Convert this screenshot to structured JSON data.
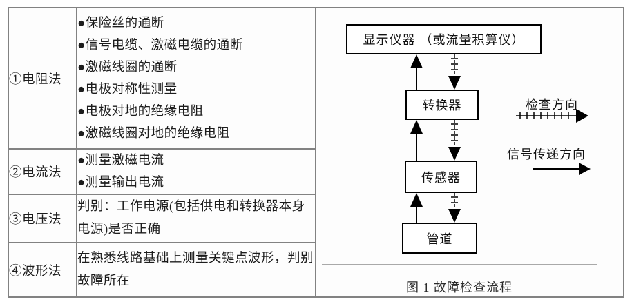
{
  "table": {
    "rows": [
      {
        "method": "①电阻法",
        "items": [
          "●保险丝的通断",
          "●信号电缆、激磁电缆的通断",
          "●激磁线圈的通断",
          "●电极对称性测量",
          "●电极对地的绝缘电阻",
          "●激磁线圈对地的绝缘电阻"
        ]
      },
      {
        "method": "②电流法",
        "items": [
          "●测量激磁电流",
          "●测量输出电流"
        ]
      },
      {
        "method": "③电压法",
        "items": [
          "判别：工作电源(包括供电和转换器本身电源)是否正确"
        ]
      },
      {
        "method": "④波形法",
        "items": [
          "在熟悉线路基础上测量关键点波形，判别故障所在"
        ]
      }
    ]
  },
  "figure": {
    "boxes": {
      "display": "显示仪器 （或流量积算仪）",
      "converter": "转换器",
      "sensor": "传感器",
      "pipe": "管道"
    },
    "legend": {
      "check_direction": "检查方向",
      "signal_direction": "信号传递方向"
    },
    "caption": "图 1 故障检查流程"
  },
  "colors": {
    "table_border": "#828282",
    "box_border": "#000000",
    "text": "#1c1c1c",
    "caption_rule": "#a9a9a9"
  }
}
